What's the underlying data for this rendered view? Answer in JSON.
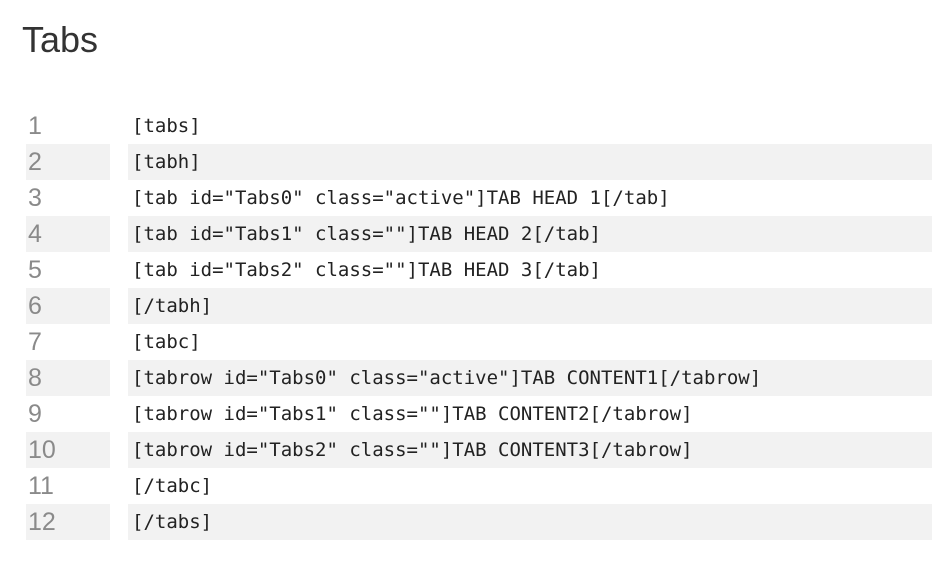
{
  "title": "Tabs",
  "code_lines": [
    {
      "number": "1",
      "code": "[tabs]"
    },
    {
      "number": "2",
      "code": "[tabh]"
    },
    {
      "number": "3",
      "code": "[tab id=\"Tabs0\" class=\"active\"]TAB HEAD 1[/tab]"
    },
    {
      "number": "4",
      "code": "[tab id=\"Tabs1\" class=\"\"]TAB HEAD 2[/tab]"
    },
    {
      "number": "5",
      "code": "[tab id=\"Tabs2\" class=\"\"]TAB HEAD 3[/tab]"
    },
    {
      "number": "6",
      "code": "[/tabh]"
    },
    {
      "number": "7",
      "code": "[tabc]"
    },
    {
      "number": "8",
      "code": "[tabrow id=\"Tabs0\" class=\"active\"]TAB CONTENT1[/tabrow]"
    },
    {
      "number": "9",
      "code": "[tabrow id=\"Tabs1\" class=\"\"]TAB CONTENT2[/tabrow]"
    },
    {
      "number": "10",
      "code": "[tabrow id=\"Tabs2\" class=\"\"]TAB CONTENT3[/tabrow]"
    },
    {
      "number": "11",
      "code": "[/tabc]"
    },
    {
      "number": "12",
      "code": "[/tabs]"
    }
  ],
  "colors": {
    "stripe": "#f2f2f2",
    "line_number": "#8a8a8a",
    "code_text": "#222222",
    "title_text": "#333333"
  }
}
